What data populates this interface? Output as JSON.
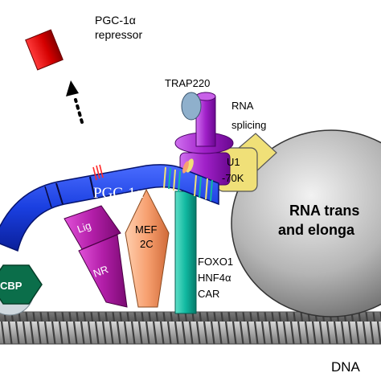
{
  "repressor": {
    "line1": "PGC-1α",
    "line2": "repressor"
  },
  "trap220": "TRAP220",
  "rna_splicing": {
    "line1": "RNA",
    "line2": "splicing"
  },
  "u1": {
    "line1": "U1",
    "line2": "-70K"
  },
  "pgc_label": "PGC-1α",
  "rna_pol": {
    "line1": "RNA trans",
    "line2": "and elonga"
  },
  "cbp": "CBP",
  "lig": "Lig",
  "nr": "NR",
  "mef": {
    "line1": "MEF",
    "line2": "2C"
  },
  "foxo": {
    "line1": "FOXO1",
    "line2": "HNF4α",
    "line3": "CAR"
  },
  "dna": "DNA",
  "colors": {
    "repressor": "#d40000",
    "pgc": "#1a40e0",
    "trap220": "#a020c8",
    "splicing": "#f0e078",
    "rna_pol": "#b8b8b8",
    "cbp": "#0b6e4a",
    "lig_nr": "#b21ea8",
    "mef": "#f7a070",
    "foxo": "#10b8a0",
    "dna": "#888888"
  }
}
